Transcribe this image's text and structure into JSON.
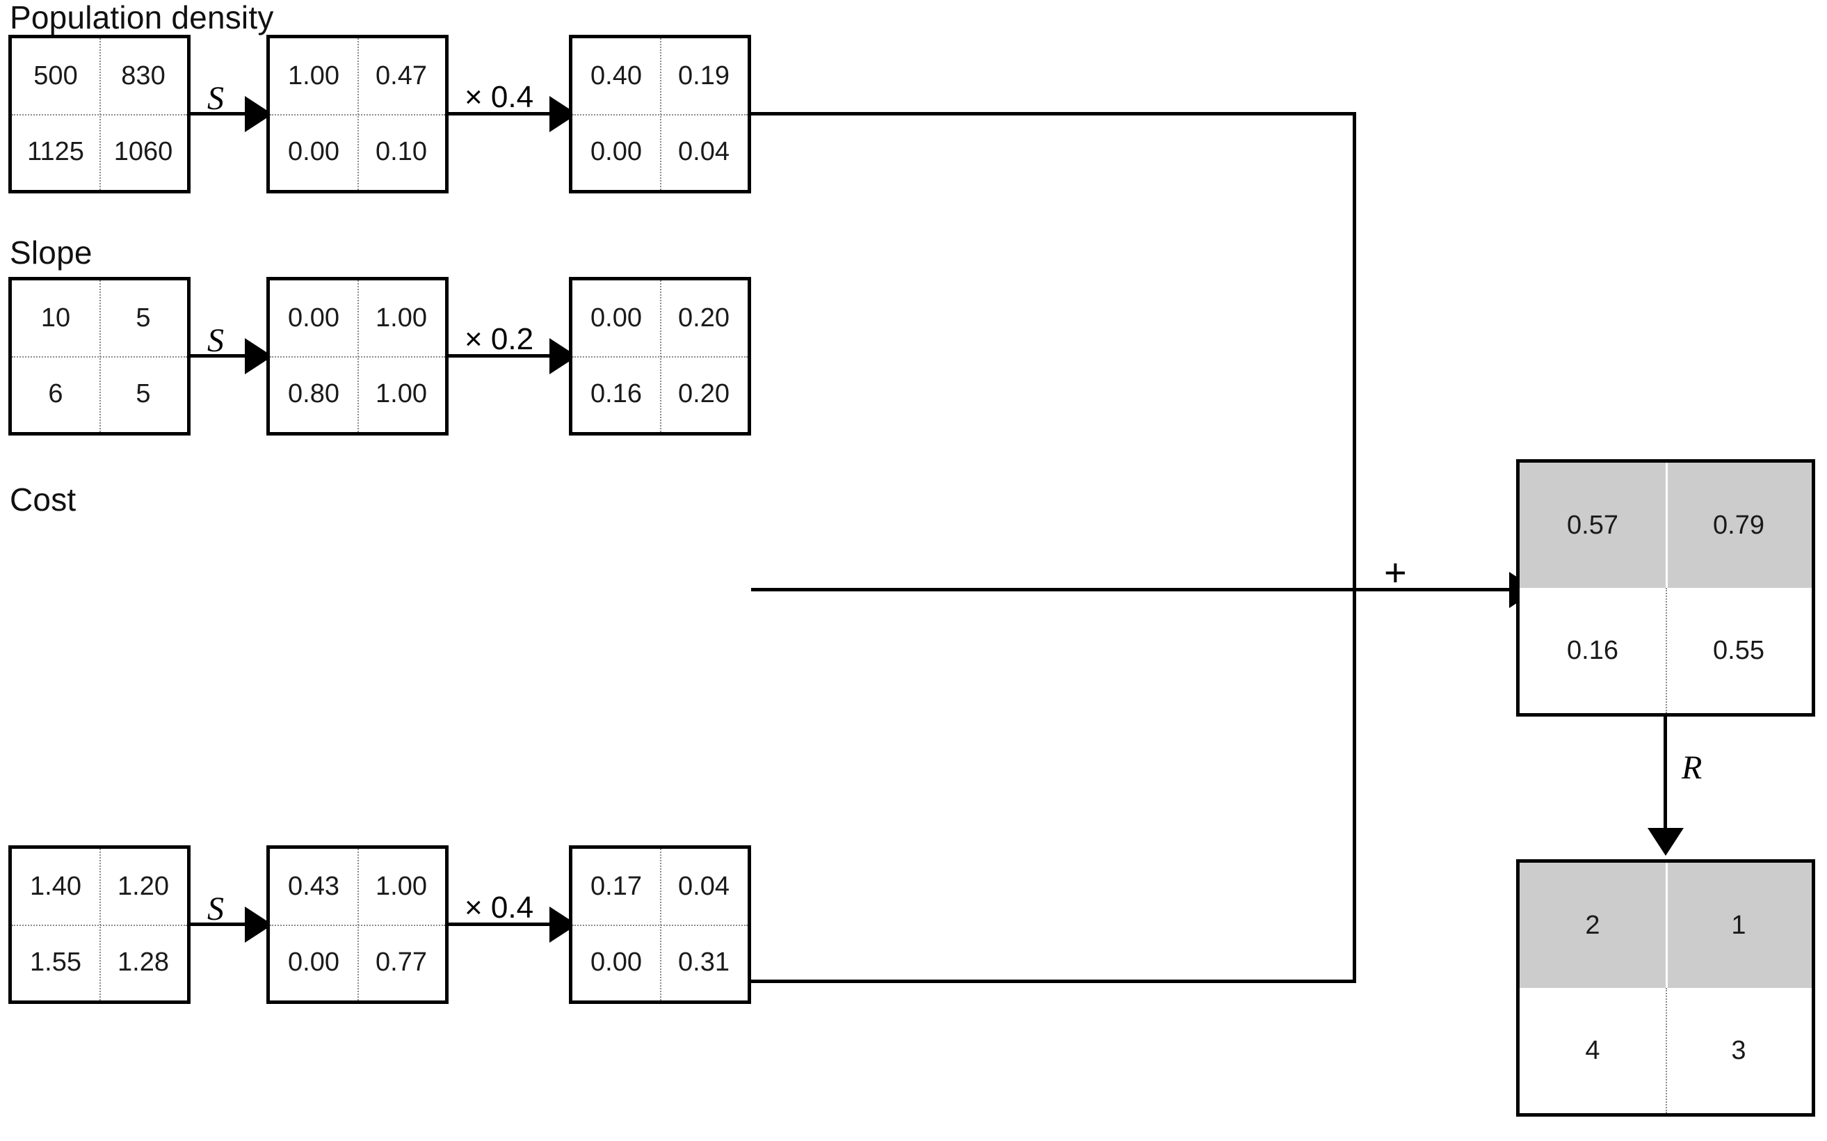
{
  "diagram": {
    "type": "multi-criteria-evaluation-flow",
    "operators": {
      "standardize": "S",
      "plus": "+",
      "rank": "R"
    },
    "rows": [
      {
        "id": "population-density",
        "label": "Population density",
        "weight_label": "× 0.4",
        "weight": 0.4,
        "raw": {
          "values": [
            "500",
            "830",
            "1125",
            "1060"
          ]
        },
        "standardized": {
          "values": [
            "1.00",
            "0.47",
            "0.00",
            "0.10"
          ]
        },
        "weighted": {
          "values": [
            "0.40",
            "0.19",
            "0.00",
            "0.04"
          ]
        }
      },
      {
        "id": "slope",
        "label": "Slope",
        "weight_label": "× 0.2",
        "weight": 0.2,
        "raw": {
          "values": [
            "10",
            "5",
            "6",
            "5"
          ]
        },
        "standardized": {
          "values": [
            "0.00",
            "1.00",
            "0.80",
            "1.00"
          ]
        },
        "weighted": {
          "values": [
            "0.00",
            "0.20",
            "0.16",
            "0.20"
          ]
        }
      },
      {
        "id": "cost",
        "label": "Cost",
        "weight_label": "× 0.4",
        "weight": 0.4,
        "raw": {
          "values": [
            "1.40",
            "1.20",
            "1.55",
            "1.28"
          ]
        },
        "standardized": {
          "values": [
            "0.43",
            "1.00",
            "0.00",
            "0.77"
          ]
        },
        "weighted": {
          "values": [
            "0.17",
            "0.04",
            "0.00",
            "0.31"
          ]
        }
      }
    ],
    "result": {
      "id": "suitability",
      "values": [
        "0.57",
        "0.79",
        "0.16",
        "0.55"
      ],
      "shaded_cells": [
        0,
        1
      ]
    },
    "rank": {
      "id": "rank",
      "values": [
        "2",
        "1",
        "4",
        "3"
      ],
      "shaded_cells": [
        0,
        1
      ]
    },
    "colors": {
      "shade": "#cccccc",
      "line": "#000000",
      "text": "#1a1a1a",
      "separator": "#8a8a8a"
    }
  }
}
